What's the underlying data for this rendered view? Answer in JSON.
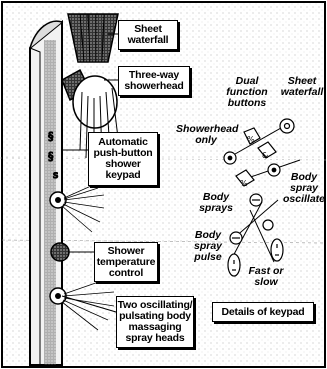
{
  "callouts": {
    "sheet_waterfall": "Sheet\nwaterfall",
    "three_way_showerhead": "Three-way\nshowerhead",
    "keypad": "Automatic\npush-button\nshower\nkeypad",
    "temperature_control": "Shower\ntemperature\ncontrol",
    "body_spray_heads": "Two oscillating/\npulsating body\nmassaging\nspray heads",
    "details_title": "Details of keypad"
  },
  "keypad_labels": {
    "dual_function": "Dual\nfunction\nbuttons",
    "sheet_waterfall": "Sheet\nwaterfall",
    "showerhead_only": "Showerhead\nonly",
    "body_spray_oscillate": "Body\nspray\noscillate",
    "body_sprays": "Body\nsprays",
    "body_spray_pulse": "Body\nspray\npulse",
    "fast_or_slow": "Fast or\nslow"
  },
  "colors": {
    "ink": "#000000",
    "paper": "#ffffff",
    "stipple": "#888888"
  }
}
